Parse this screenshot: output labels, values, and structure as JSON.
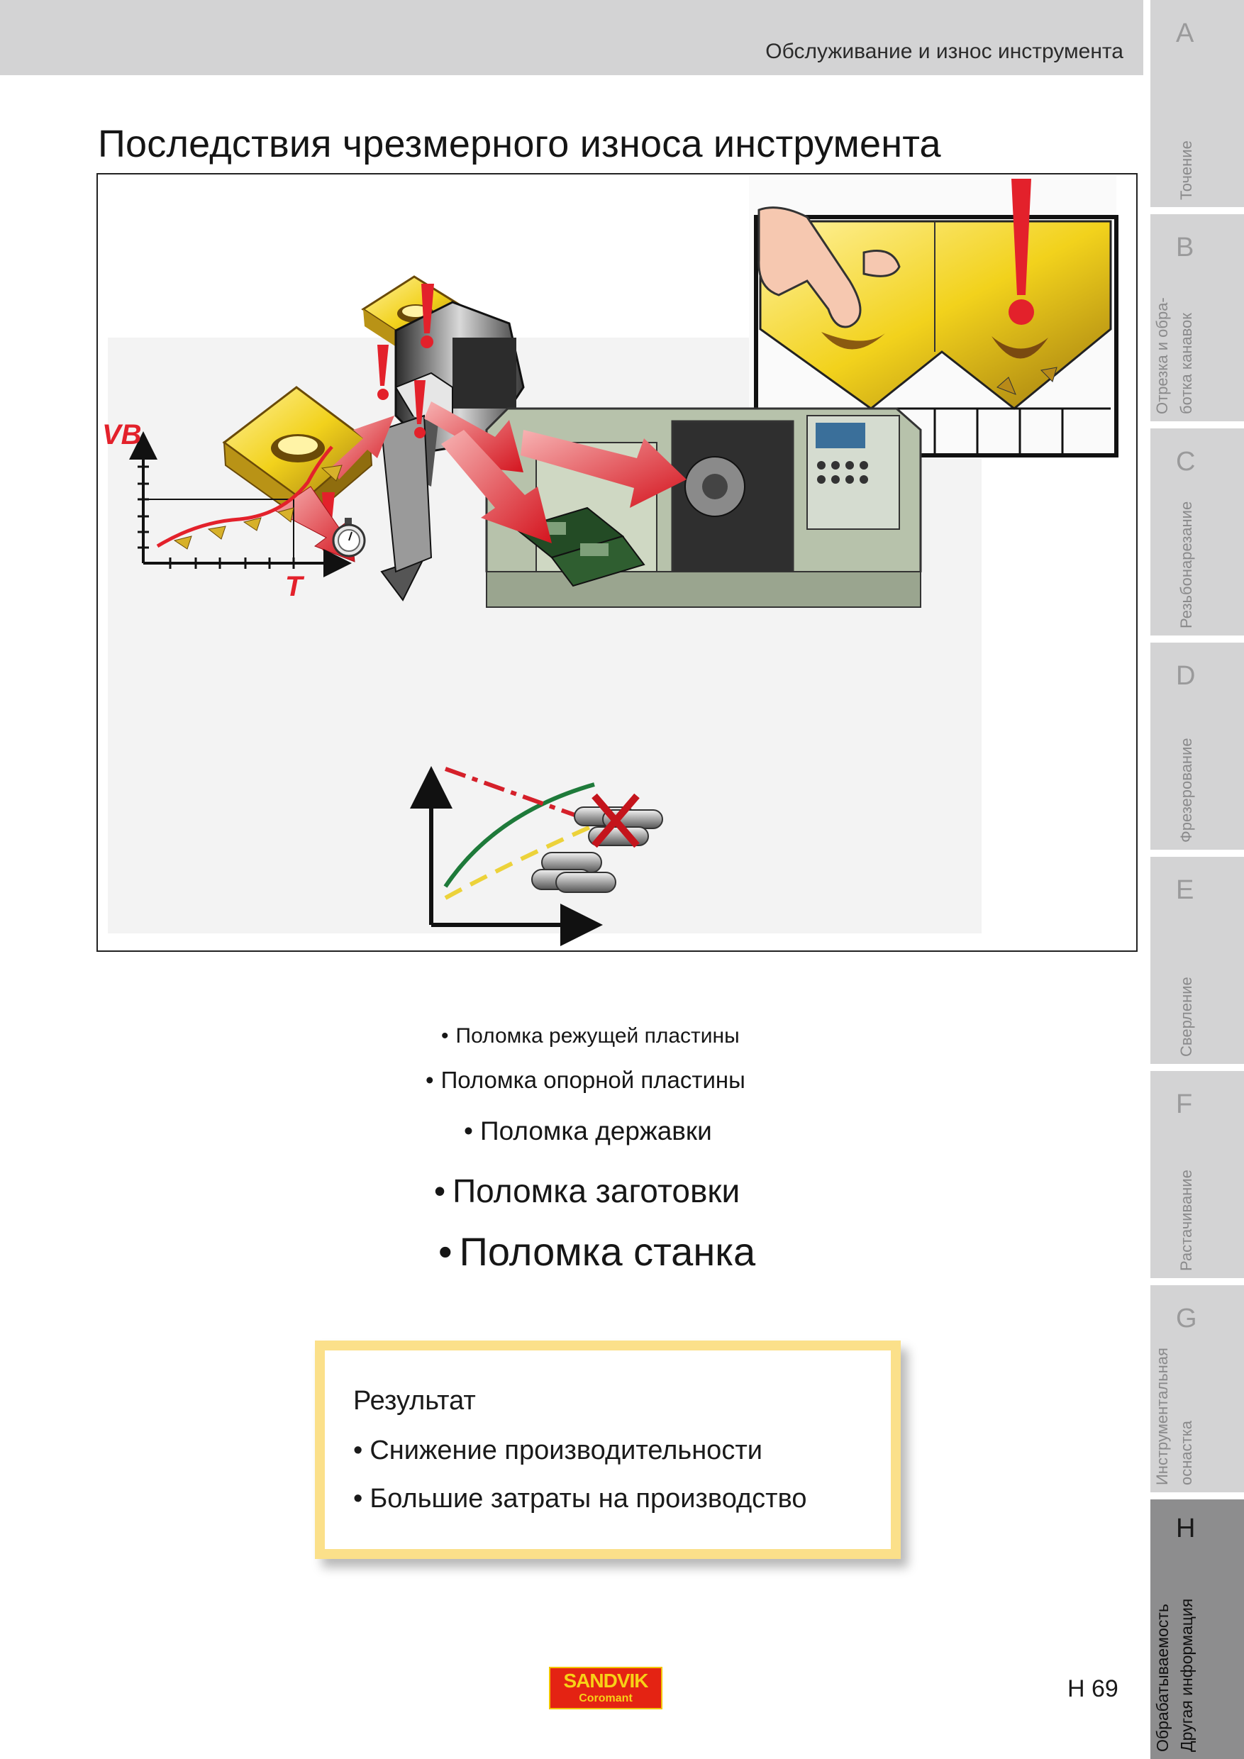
{
  "header": {
    "section_title": "Обслуживание и износ инструмента"
  },
  "page_title": "Последствия чрезмерного износа инструмента",
  "side_tabs": [
    {
      "letter": "A",
      "label": "Точение",
      "active": false
    },
    {
      "letter": "B",
      "label": "Отрезка и обра-\nботка канавок",
      "active": false
    },
    {
      "letter": "C",
      "label": "Резьбонарезание",
      "active": false
    },
    {
      "letter": "D",
      "label": "Фрезерование",
      "active": false
    },
    {
      "letter": "E",
      "label": "Сверление",
      "active": false
    },
    {
      "letter": "F",
      "label": "Растачивание",
      "active": false
    },
    {
      "letter": "G",
      "label": "Инструментальная\nоснастка",
      "active": false
    },
    {
      "letter": "H",
      "label": "Обрабатываемость\nДругая информация",
      "active": true
    }
  ],
  "figure": {
    "vb_label": "VB",
    "t_label": "T",
    "accent_red": "#e3212b",
    "insert_yellow": "#f2d21c",
    "machine_green": "#b9c4ad"
  },
  "consequences": [
    "Поломка режущей пластины",
    "Поломка опорной пластины",
    "Поломка державки",
    "Поломка заготовки",
    "Поломка станка"
  ],
  "bullet": "•",
  "result": {
    "title": "Результат",
    "items": [
      "Снижение производительности",
      "Большие затраты на производство"
    ]
  },
  "footer": {
    "logo_main": "SANDVIK",
    "logo_sub": "Coromant",
    "page_number": "H 69"
  }
}
